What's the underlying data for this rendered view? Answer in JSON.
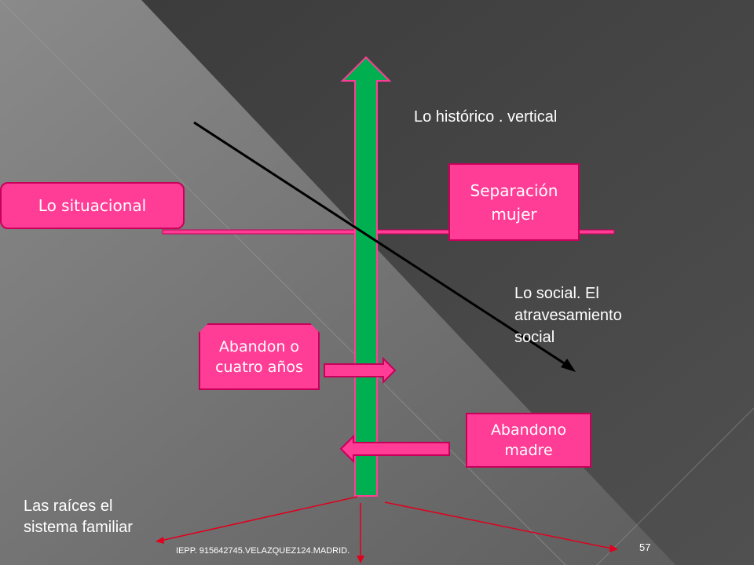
{
  "labels": {
    "historico": "Lo histórico . vertical",
    "social": "Lo social. El atravesamiento social",
    "raices": "Las raíces el sistema familiar"
  },
  "boxes": {
    "situacional": "Lo situacional",
    "separacion": "Separación mujer",
    "abandono_cuatro": "Abandon o cuatro años",
    "abandono_madre": "Abandono madre"
  },
  "footer": {
    "credit": "IEPP. 915642745.VELAZQUEZ124.MADRID.",
    "page_number": "57"
  },
  "colors": {
    "background": "#4a4a4a",
    "green_arrow": "#00b050",
    "pink_fill": "#ff3d96",
    "pink_border": "#c8005a",
    "red_lines": "#e0001e"
  }
}
